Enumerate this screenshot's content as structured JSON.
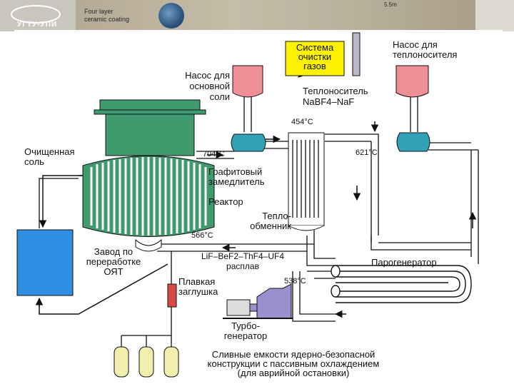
{
  "header": {
    "logo_text": "УГТУ-УПИ",
    "caption": "Four layer\nceramic coating",
    "dimension": "5.5m"
  },
  "diagram": {
    "gas_cleaning": "Система\nочистки\nгазов",
    "main_salt_pump": "Насос для\nосновной соли",
    "coolant_pump": "Насос для\nтеплоносителя",
    "coolant_label": "Теплоноситель\nNaBF4–NaF",
    "cleaned_salt": "Очищенная\nсоль",
    "graphite_moderator": "Графитовый\nзамедлитель",
    "reactor": "Реактор",
    "heat_exchanger": "Тепло-\nобменник",
    "reprocessing_plant": "Завод по\nпереработке\nОЯТ",
    "fuel_melt": "LiF–BeF2–ThF4–UF4\nрасплав",
    "fusible_plug": "Плавкая\nзаглушка",
    "steam_generator": "Парогенератор",
    "turbogenerator": "Турбо-\nгенератор",
    "drain_tanks": "Сливные емкости ядерно-безопасной\nконструкции с пассивным охлаждением\n(для аврийной остановки)",
    "temps": {
      "t454": "454°C",
      "t704": "704°C",
      "t621": "621°C",
      "t566": "566°C",
      "t538": "538°C"
    }
  },
  "colors": {
    "reactor_green": "#3f9a6e",
    "pump_pink": "#ee8f96",
    "pump_teal": "#2fa3b5",
    "gas_box_yellow": "#fff200",
    "reprocessing_blue": "#2e8ee0",
    "plug_red": "#d84a4a",
    "tank_yellow": "#f3eeae",
    "turbine_purple": "#9b8fd0"
  }
}
